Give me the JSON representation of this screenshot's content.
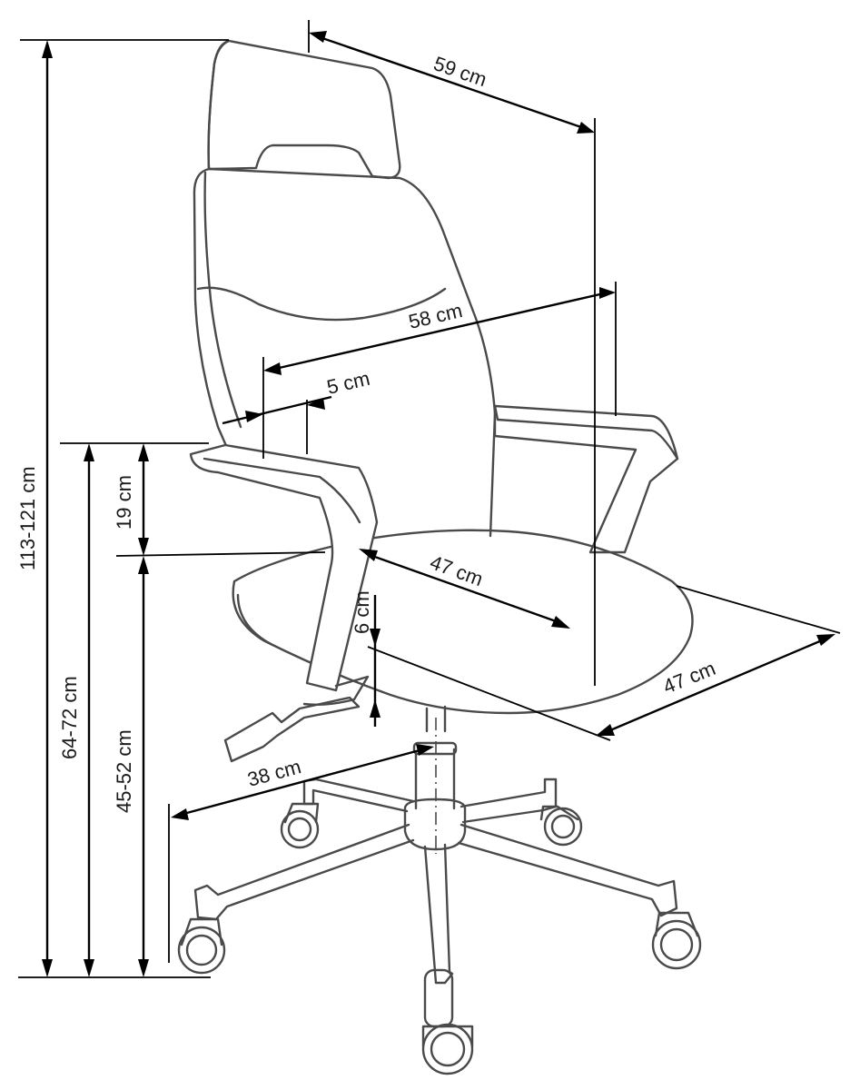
{
  "diagram": {
    "labels": {
      "back_width": "59 cm",
      "armrest_span": "58 cm",
      "armrest_width": "5 cm",
      "total_height": "113-121 cm",
      "armrest_height_from_seat": "19 cm",
      "armrest_height": "64-72 cm",
      "seat_height": "45-52 cm",
      "seat_depth": "47 cm",
      "seat_thickness": "6 cm",
      "seat_width": "47 cm",
      "base_radius": "38 cm"
    }
  }
}
